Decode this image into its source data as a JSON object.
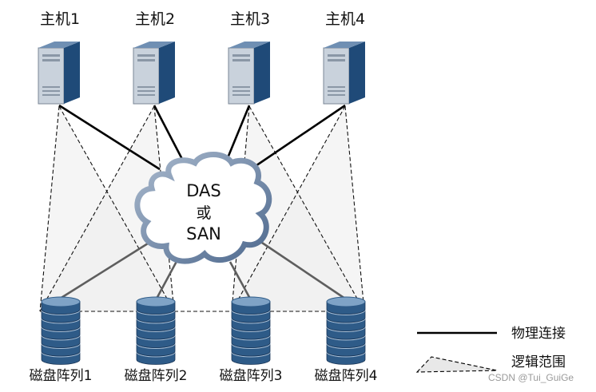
{
  "hosts": [
    {
      "label": "主机1"
    },
    {
      "label": "主机2"
    },
    {
      "label": "主机3"
    },
    {
      "label": "主机4"
    }
  ],
  "arrays": [
    {
      "label": "磁盘阵列1"
    },
    {
      "label": "磁盘阵列2"
    },
    {
      "label": "磁盘阵列3"
    },
    {
      "label": "磁盘阵列4"
    }
  ],
  "cloud": {
    "line1": "DAS",
    "line2": "或",
    "line3": "SAN"
  },
  "legend": {
    "physical": "物理连接",
    "logical": "逻辑范围"
  },
  "watermark": "CSDN @Tui_GuiGe",
  "colors": {
    "server_front": "#c9d2dc",
    "server_side": "#1f4a78",
    "disk_body": "#2e5b88",
    "disk_top": "#7fa3c6",
    "cloud_fill": "#ffffff",
    "cloud_edge": "#6e86a6",
    "logical_fill": "#e8e8e8"
  }
}
